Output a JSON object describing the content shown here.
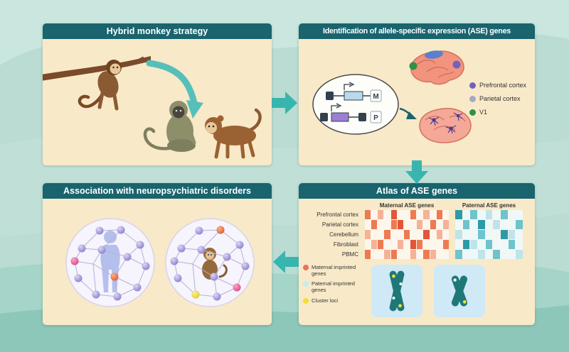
{
  "figure": {
    "panel_header_color": "#19646e",
    "panel_body_color": "#f8e9c8",
    "flow_arrow_color": "#38b5ae"
  },
  "panels": {
    "hybrid": {
      "title": "Hybrid monkey strategy"
    },
    "identification": {
      "title": "Identification of allele-specific expression (ASE) genes",
      "allele_labels": {
        "maternal": "M",
        "paternal": "P"
      },
      "legend": [
        {
          "label": "Prefrontal cortex",
          "color": "#6f63c0"
        },
        {
          "label": "Parietal cortex",
          "color": "#a7a6c6"
        },
        {
          "label": "V1",
          "color": "#2e9146"
        }
      ]
    },
    "association": {
      "title": "Association with neuropsychiatric disorders"
    },
    "atlas": {
      "title": "Atlas of ASE genes",
      "heatmap": {
        "type": "heatmap",
        "rows": [
          "Prefrontal cortex",
          "Parietal cortex",
          "Cerebellum",
          "Fibroblast",
          "PBMC"
        ],
        "groups": [
          {
            "label": "Maternal ASE genes",
            "palette": [
              "#fdf6ec",
              "#f6b296",
              "#ee7a52",
              "#e25538"
            ],
            "cells": [
              [
                2,
                0,
                1,
                0,
                3,
                0,
                0,
                2,
                0,
                1,
                0,
                2,
                0
              ],
              [
                0,
                2,
                0,
                0,
                2,
                3,
                0,
                0,
                1,
                0,
                2,
                0,
                1
              ],
              [
                1,
                0,
                0,
                2,
                0,
                0,
                2,
                0,
                0,
                3,
                0,
                1,
                0
              ],
              [
                0,
                1,
                2,
                0,
                0,
                1,
                0,
                3,
                2,
                0,
                0,
                0,
                2
              ],
              [
                2,
                0,
                0,
                1,
                2,
                0,
                0,
                1,
                0,
                2,
                1,
                0,
                0
              ]
            ]
          },
          {
            "label": "Paternal ASE genes",
            "palette": [
              "#eff8f9",
              "#bfe4e8",
              "#6ec3cc",
              "#2d9aa8"
            ],
            "cells": [
              [
                3,
                0,
                2,
                0,
                1,
                0,
                2,
                0,
                0
              ],
              [
                0,
                2,
                0,
                3,
                0,
                1,
                0,
                0,
                2
              ],
              [
                1,
                0,
                0,
                2,
                0,
                0,
                3,
                1,
                0
              ],
              [
                0,
                3,
                1,
                0,
                2,
                0,
                0,
                2,
                0
              ],
              [
                2,
                0,
                0,
                1,
                0,
                2,
                0,
                0,
                1
              ]
            ]
          }
        ]
      },
      "legend": [
        {
          "label": "Maternal imprinted genes",
          "color": "#e8735a"
        },
        {
          "label": "Paternal imprinted genes",
          "color": "#c2eef0"
        },
        {
          "label": "Cluster loci",
          "color": "#f2de3a"
        }
      ]
    }
  }
}
